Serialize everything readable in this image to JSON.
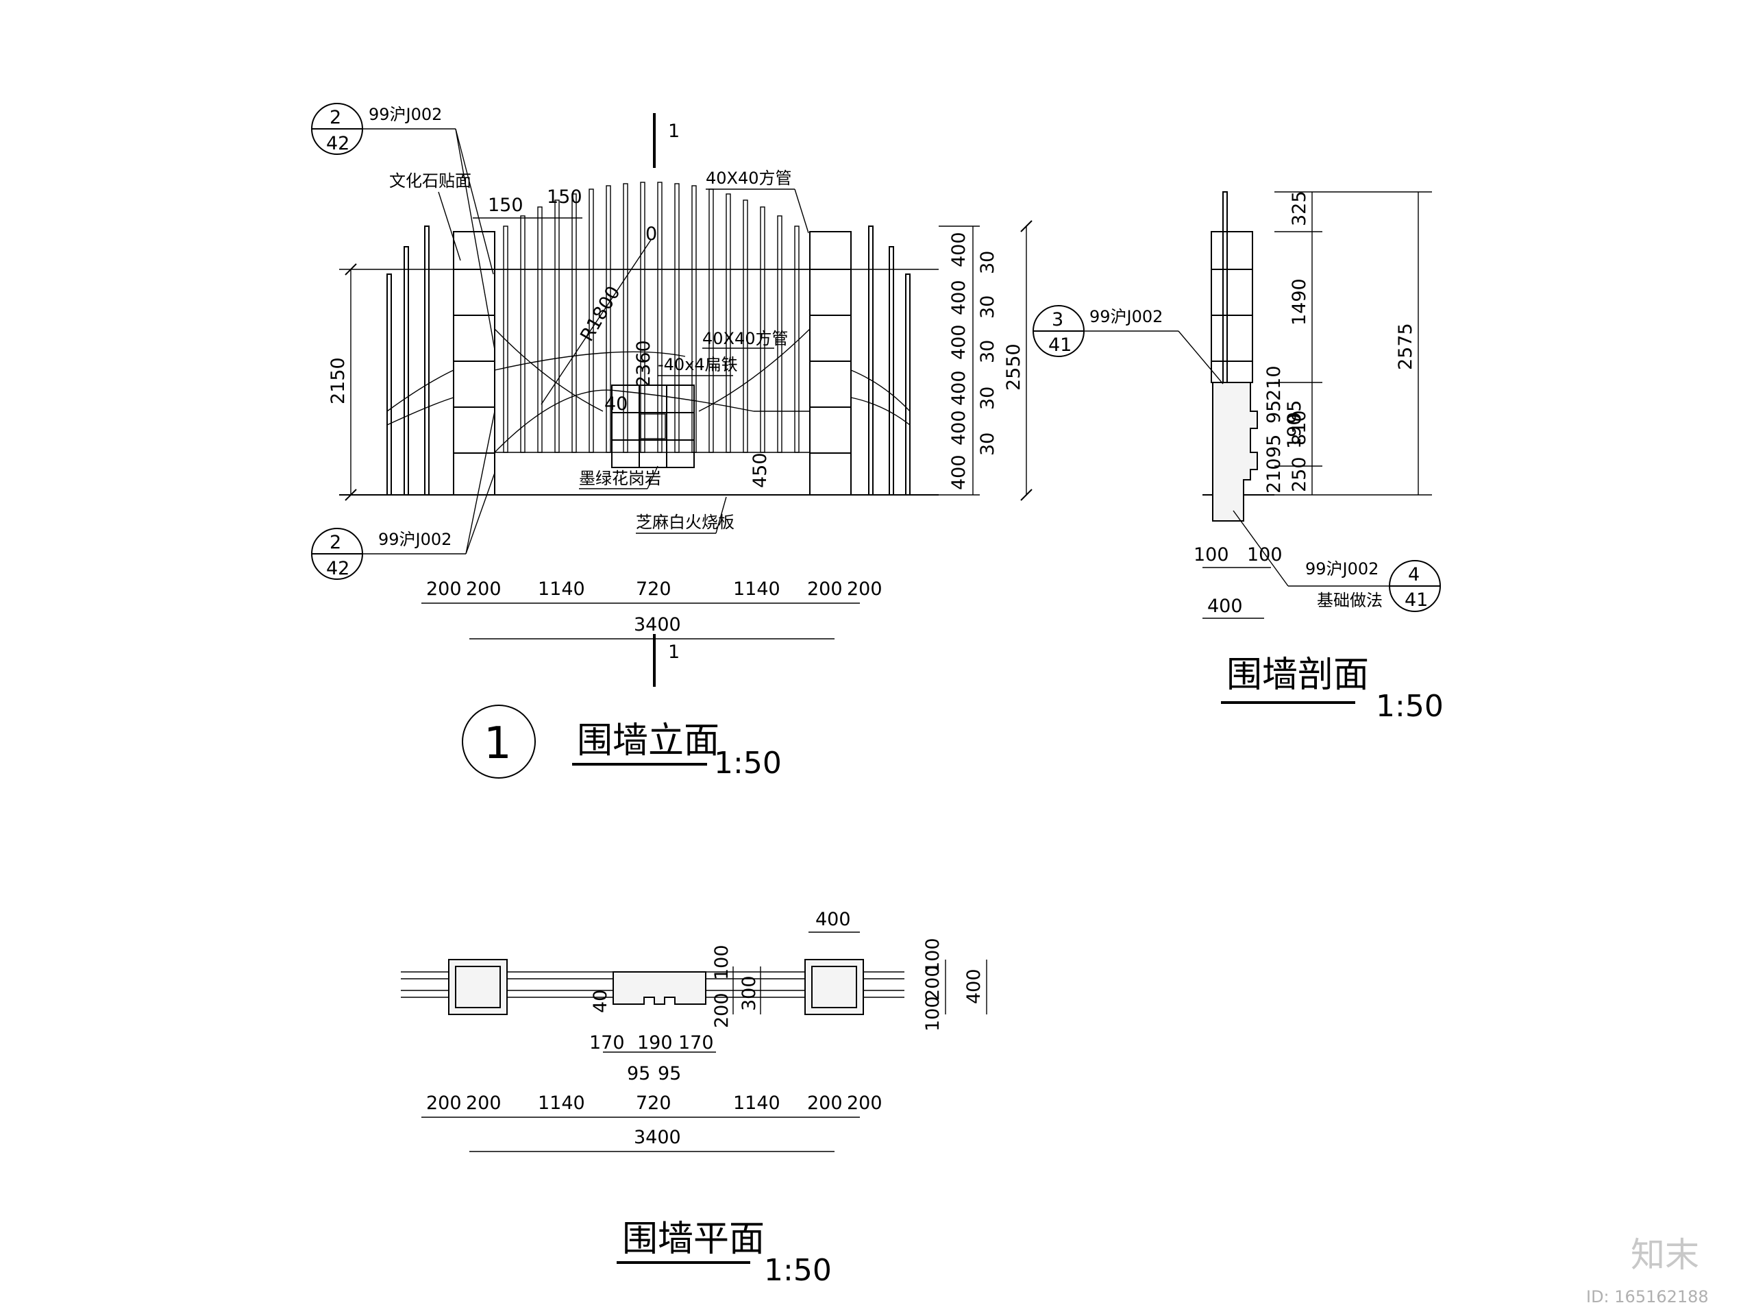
{
  "elevation": {
    "title": "围墙立面",
    "scale": "1:50",
    "index_no": "1",
    "section_mark": "1",
    "callout_top": {
      "num": "2",
      "sheet": "42",
      "ref": "99沪J002"
    },
    "callout_bottom": {
      "num": "2",
      "sheet": "42",
      "ref": "99沪J002"
    },
    "notes": {
      "stone_face": "文化石贴面",
      "tube_top": "40X40方管",
      "tube_mid": "40X40方管",
      "flat_steel": "-40x4扁铁",
      "granite": "墨绿花岗岩",
      "board": "芝麻白火烧板"
    },
    "dims": {
      "w150a": "150",
      "w150b": "150",
      "h2150": "2150",
      "h2550": "2550",
      "stack": [
        "400",
        "30",
        "400",
        "30",
        "400",
        "30",
        "400",
        "30",
        "400",
        "30",
        "400"
      ],
      "r1800": "R1800",
      "d2360": "2360",
      "d40": "40",
      "d450": "450",
      "bottom": [
        "200",
        "200",
        "1140",
        "720",
        "1140",
        "200",
        "200"
      ],
      "total": "3400"
    }
  },
  "section": {
    "title": "围墙剖面",
    "scale": "1:50",
    "callout_a": {
      "num": "3",
      "sheet": "41",
      "ref": "99沪J002"
    },
    "callout_b": {
      "num": "4",
      "sheet": "41",
      "ref": "99沪J002",
      "note": "基础做法"
    },
    "dims": {
      "right": [
        "325",
        "1490",
        "810",
        "250"
      ],
      "total": "2575",
      "small": [
        "210",
        "95",
        "95",
        "190",
        "210",
        "95"
      ],
      "base": [
        "100",
        "100"
      ],
      "width": "400"
    }
  },
  "plan": {
    "title": "围墙平面",
    "scale": "1:50",
    "dims": {
      "top": "400",
      "right": [
        "100",
        "200",
        "100",
        "400"
      ],
      "mid": [
        "200",
        "100",
        "300",
        "40"
      ],
      "small": [
        "170",
        "190",
        "170",
        "95",
        "95"
      ],
      "bottom": [
        "200",
        "200",
        "1140",
        "720",
        "1140",
        "200",
        "200"
      ],
      "total": "3400"
    }
  },
  "watermark": {
    "logo": "知末",
    "id": "ID: 165162188"
  }
}
